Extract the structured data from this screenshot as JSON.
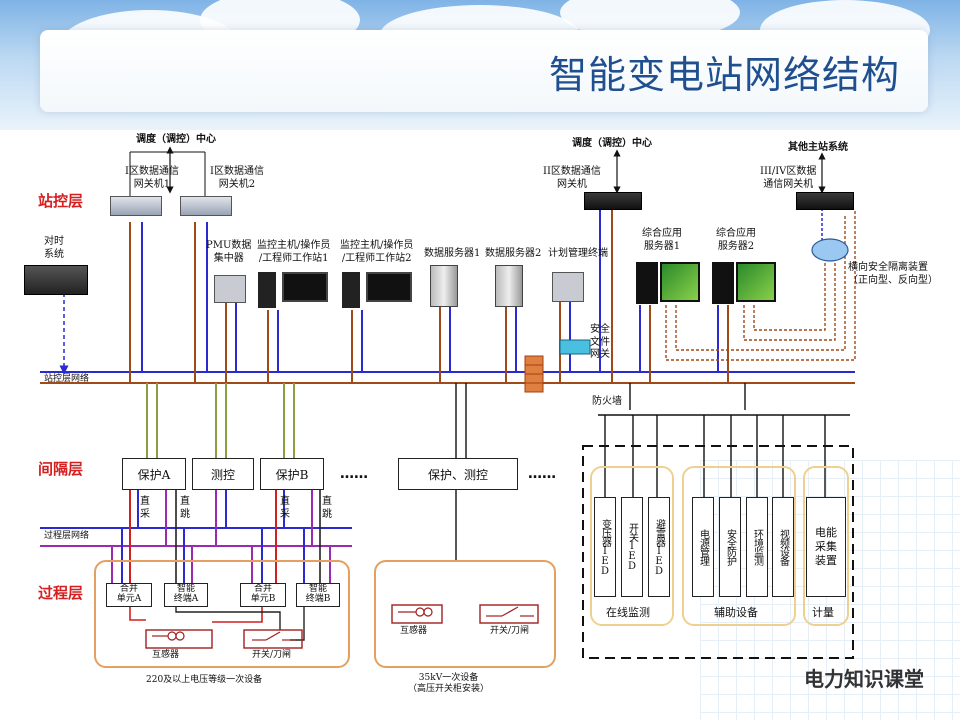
{
  "title": "智能变电站网络结构",
  "layers": {
    "station": "站控层",
    "bay": "间隔层",
    "process": "过程层"
  },
  "station": {
    "dispatch_center_left": "调度（调控）中心",
    "dispatch_center_mid": "调度（调控）中心",
    "other_master": "其他主站系统",
    "gateway_zone1_1": "I区数据通信\n网关机1",
    "gateway_zone1_2": "I区数据通信\n网关机2",
    "gateway_zone2": "II区数据通信\n网关机",
    "gateway_zone34": "III/IV区数据\n通信网关机",
    "time_sync": "对时\n系统",
    "pmu": "PMU数据\n集中器",
    "monitor1": "监控主机/操作员\n/工程师工作站1",
    "monitor2": "监控主机/操作员\n/工程师工作站2",
    "data_server1": "数据服务器1",
    "data_server2": "数据服务器2",
    "plan_terminal": "计划管理终端",
    "app_server1": "综合应用\n服务器1",
    "app_server2": "综合应用\n服务器2",
    "isolation": "横向安全隔离装置\n（正向型、反向型）",
    "security_gateway": "安全\n文件\n网关",
    "station_network": "站控层网络",
    "firewall": "防火墙"
  },
  "bay": {
    "protection_a": "保护A",
    "measure": "测控",
    "protection_b": "保护B",
    "dots1": "……",
    "prot_measure": "保护、测控",
    "dots2": "……",
    "direct_sample": "直\n采",
    "direct_trip": "直\n跳",
    "direct_sample_b": "直\n采",
    "direct_trip_b": "直\n跳",
    "process_network": "过程层网络"
  },
  "process": {
    "merge_a": "合并\n单元A",
    "smart_a": "智能\n终端A",
    "merge_b": "合并\n单元B",
    "smart_b": "智能\n终端B",
    "transformer_left": "互感器",
    "switch_left": "开关/刀闸",
    "group_left": "220及以上电压等级一次设备",
    "transformer_right": "互感器",
    "switch_right": "开关/刀闸",
    "group_right": "35kV一次设备\n（高压开关柜安装）"
  },
  "aux": {
    "transformer_ied": "变压器IED",
    "switch_ied": "开关IED",
    "arrester_ied": "避雷器IED",
    "power_mgmt": "电源管理",
    "security": "安全防护",
    "env_monitor": "环境监测",
    "video": "视频设备",
    "energy": "电能\n采集\n装置",
    "online_monitor": "在线监测",
    "aux_equipment": "辅助设备",
    "metering": "计量"
  },
  "watermark": "电力知识课堂",
  "colors": {
    "blue_bus": "#2a2ad0",
    "brown_bus": "#a04a1a",
    "purple_bus": "#9a2ab0",
    "green_link": "#8aa040",
    "red_link": "#d02020",
    "title": "#1f4f8f"
  }
}
